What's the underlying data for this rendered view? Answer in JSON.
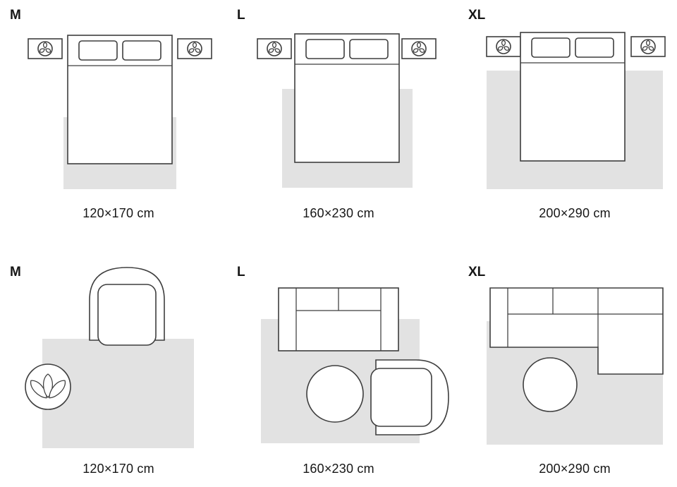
{
  "colors": {
    "line": "#3e3e3e",
    "rug": "#e2e2e2",
    "text": "#161616"
  },
  "rows": [
    {
      "panels": [
        {
          "size": "M",
          "dimensions": "120×170 cm"
        },
        {
          "size": "L",
          "dimensions": "160×230 cm"
        },
        {
          "size": "XL",
          "dimensions": "200×290 cm"
        }
      ]
    },
    {
      "panels": [
        {
          "size": "M",
          "dimensions": "120×170 cm"
        },
        {
          "size": "L",
          "dimensions": "160×230 cm"
        },
        {
          "size": "XL",
          "dimensions": "200×290 cm"
        }
      ]
    }
  ]
}
